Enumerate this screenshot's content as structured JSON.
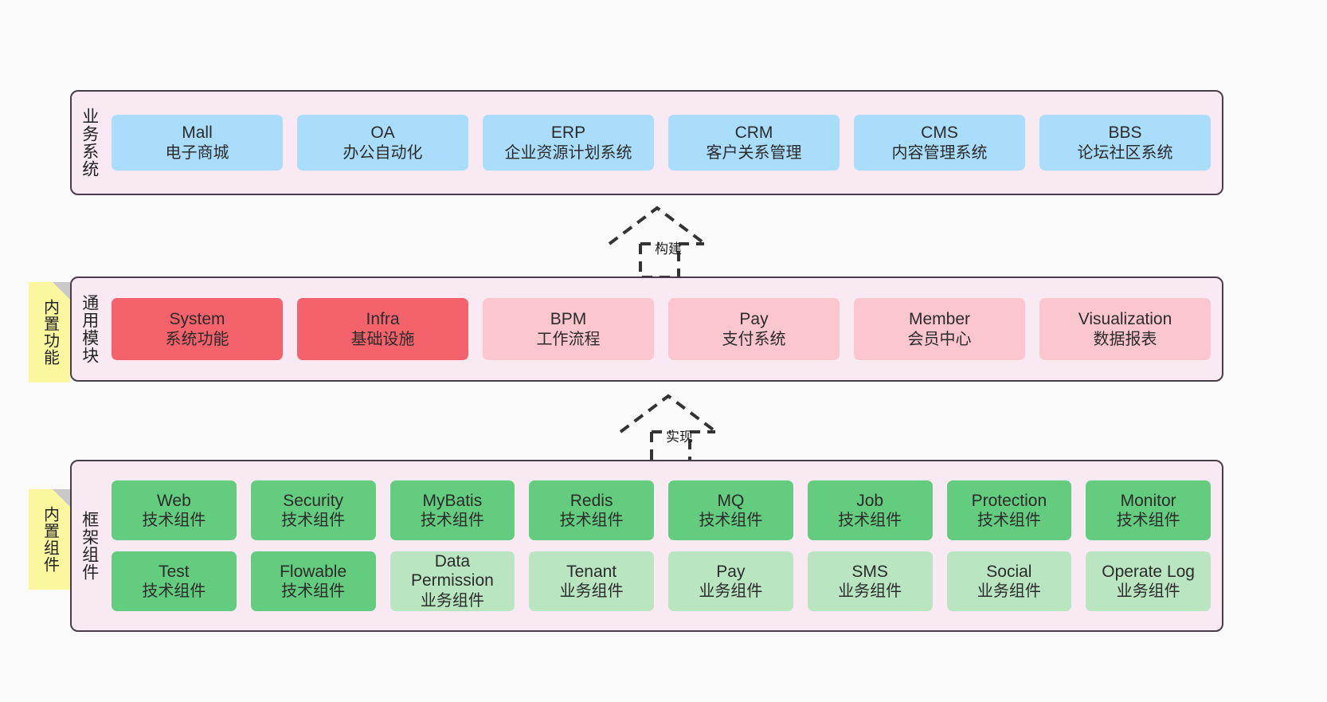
{
  "diagram": {
    "background_color": "#fafafa",
    "container_fill": "#f8e9f2",
    "container_border": "#4a3c48",
    "note_fill": "#fbf79f"
  },
  "layers": {
    "business": {
      "title": "业务系统",
      "rows": [
        [
          {
            "en": "Mall",
            "cn": "电子商城",
            "color": "#aaddfb"
          },
          {
            "en": "OA",
            "cn": "办公自动化",
            "color": "#aaddfb"
          },
          {
            "en": "ERP",
            "cn": "企业资源计划系统",
            "color": "#aaddfb"
          },
          {
            "en": "CRM",
            "cn": "客户关系管理",
            "color": "#aaddfb"
          },
          {
            "en": "CMS",
            "cn": "内容管理系统",
            "color": "#aaddfb"
          },
          {
            "en": "BBS",
            "cn": "论坛社区系统",
            "color": "#aaddfb"
          }
        ]
      ]
    },
    "modules": {
      "title": "通用模块",
      "note": "内置功能",
      "rows": [
        [
          {
            "en": "System",
            "cn": "系统功能",
            "color": "#f4626b"
          },
          {
            "en": "Infra",
            "cn": "基础设施",
            "color": "#f4626b"
          },
          {
            "en": "BPM",
            "cn": "工作流程",
            "color": "#fbc6ce"
          },
          {
            "en": "Pay",
            "cn": "支付系统",
            "color": "#fbc6ce"
          },
          {
            "en": "Member",
            "cn": "会员中心",
            "color": "#fbc6ce"
          },
          {
            "en": "Visualization",
            "cn": "数据报表",
            "color": "#fbc6ce"
          }
        ]
      ]
    },
    "framework": {
      "title": "框架组件",
      "note": "内置组件",
      "rows": [
        [
          {
            "en": "Web",
            "cn": "技术组件",
            "color": "#63cc7e"
          },
          {
            "en": "Security",
            "cn": "技术组件",
            "color": "#63cc7e"
          },
          {
            "en": "MyBatis",
            "cn": "技术组件",
            "color": "#63cc7e"
          },
          {
            "en": "Redis",
            "cn": "技术组件",
            "color": "#63cc7e"
          },
          {
            "en": "MQ",
            "cn": "技术组件",
            "color": "#63cc7e"
          },
          {
            "en": "Job",
            "cn": "技术组件",
            "color": "#63cc7e"
          },
          {
            "en": "Protection",
            "cn": "技术组件",
            "color": "#63cc7e"
          },
          {
            "en": "Monitor",
            "cn": "技术组件",
            "color": "#63cc7e"
          }
        ],
        [
          {
            "en": "Test",
            "cn": "技术组件",
            "color": "#63cc7e"
          },
          {
            "en": "Flowable",
            "cn": "技术组件",
            "color": "#63cc7e"
          },
          {
            "en": "Data Permission",
            "cn": "业务组件",
            "color": "#b9e6c1",
            "wrap": true
          },
          {
            "en": "Tenant",
            "cn": "业务组件",
            "color": "#b9e6c1"
          },
          {
            "en": "Pay",
            "cn": "业务组件",
            "color": "#b9e6c1"
          },
          {
            "en": "SMS",
            "cn": "业务组件",
            "color": "#b9e6c1"
          },
          {
            "en": "Social",
            "cn": "业务组件",
            "color": "#b9e6c1"
          },
          {
            "en": "Operate Log",
            "cn": "业务组件",
            "color": "#b9e6c1"
          }
        ]
      ]
    }
  },
  "arrows": [
    {
      "id": "build",
      "label": "构建",
      "from": "modules",
      "to": "business"
    },
    {
      "id": "impl",
      "label": "实现",
      "from": "framework",
      "to": "modules"
    }
  ]
}
